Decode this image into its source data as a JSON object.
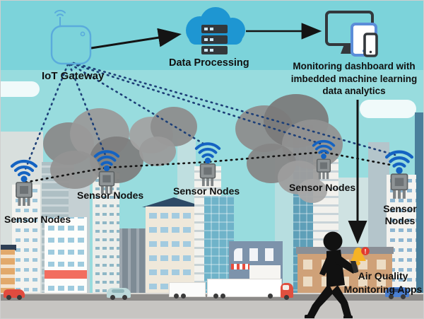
{
  "title": "IoT air quality monitoring system diagram",
  "labels": {
    "gateway": "IoT Gateway",
    "processing": "Data Processing",
    "dashboard_line1": "Monitoring dashboard with",
    "dashboard_line2": "imbedded machine learning",
    "dashboard_line3": "data analytics",
    "sensor1": "Sensor Nodes",
    "sensor2": "Sensor Nodes",
    "sensor3": "Sensor Nodes",
    "sensor4": "Sensor Nodes",
    "sensor5_line1": "Sensor",
    "sensor5_line2": "Nodes",
    "apps_line1": "Air Quality",
    "apps_line2": "Monitoring Apps",
    "alert_glyph": "!"
  },
  "icons": {
    "gateway": "iot-gateway-router-icon",
    "processing": "cloud-server-icon",
    "dashboard": "monitor-tablet-phone-icon",
    "sensor": "wifi-sensor-chip-icon",
    "apps": "person-with-phone-and-alert-bell-icon"
  },
  "colors": {
    "sky_top": "#7cd3da",
    "sky_bottom": "#98dcde",
    "wifi_blue": "#1463c2",
    "cloud_blue": "#1e96d2",
    "device_dark": "#33383c",
    "tablet_blue": "#5b8dd9",
    "gateway_outline": "#5aabdc",
    "bell_yellow": "#f6b325",
    "alert_red": "#e23b2e",
    "smoke_gray": "#8a8a8a",
    "link_navy": "#1d3f77",
    "link_black": "#141414",
    "text": "#101010"
  }
}
